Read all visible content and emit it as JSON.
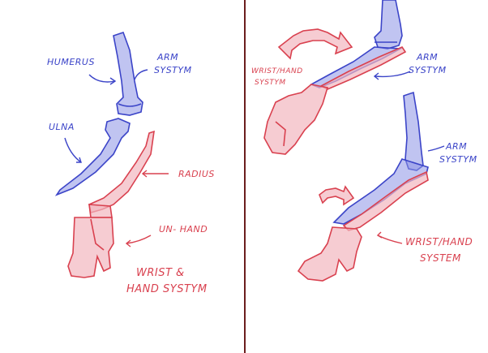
{
  "colors": {
    "blue_ink": "#3b44c8",
    "red_ink": "#d9414f",
    "red_fill": "#f2b7bf",
    "blue_fill": "#8d94e6",
    "divider": "#6b1d1d"
  },
  "left_panel": {
    "humerus": "HUMERUS",
    "ulna": "ULNA",
    "arm_system_1": "ARM",
    "arm_system_2": "SYSTYM",
    "radius": "RADIUS",
    "un_hand": "UN- HAND",
    "wrist_hand_1": "WRIST &",
    "wrist_hand_2": "HAND SYSTYM"
  },
  "right_panel": {
    "wrist_hand_top_1": "WRIST/HAND",
    "wrist_hand_top_2": "SYSTYM",
    "arm_system_top_1": "ARM",
    "arm_system_top_2": "SYSTYM",
    "arm_system_bottom_1": "ARM",
    "arm_system_bottom_2": "SYSTYM",
    "wrist_hand_bottom_1": "WRIST/HAND",
    "wrist_hand_bottom_2": "SYSTEM"
  }
}
